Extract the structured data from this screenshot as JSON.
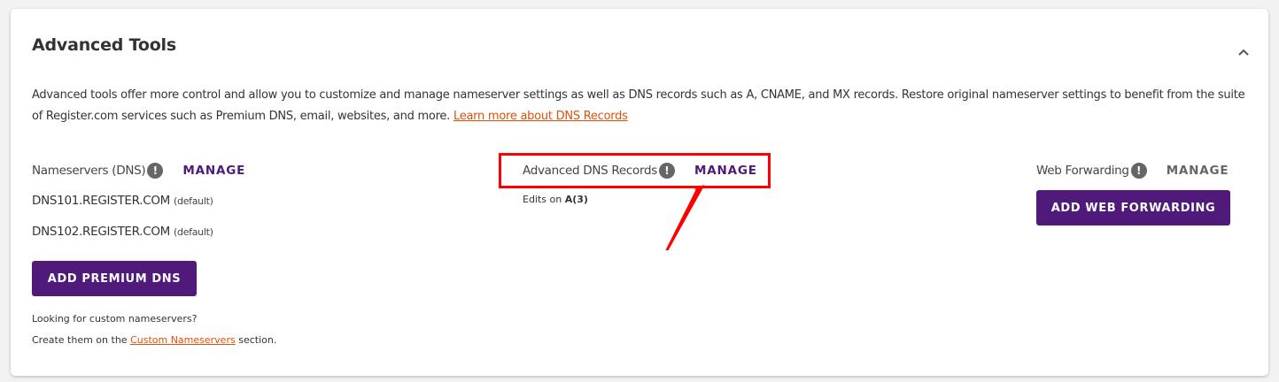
{
  "section": {
    "title": "Advanced Tools",
    "collapse_icon": "chevron-up-icon",
    "description": "Advanced tools offer more control and allow you to customize and manage nameserver settings as well as DNS records such as A, CNAME, and MX records. Restore original nameserver settings to benefit from the suite of Register.com services such as Premium DNS, email, websites, and more.",
    "learn_more_link": "Learn more about DNS Records"
  },
  "nameservers": {
    "label": "Nameservers (DNS)",
    "info_icon": "!",
    "manage_label": "MANAGE",
    "servers": [
      {
        "name": "DNS101.REGISTER.COM",
        "tag": "(default)"
      },
      {
        "name": "DNS102.REGISTER.COM",
        "tag": "(default)"
      }
    ],
    "add_button": "ADD PREMIUM DNS",
    "custom_hint": "Looking for custom nameservers?",
    "custom_prefix": "Create them on the",
    "custom_link": "Custom Nameservers",
    "custom_suffix": "section."
  },
  "advanced_dns": {
    "label": "Advanced DNS Records",
    "info_icon": "!",
    "manage_label": "MANAGE",
    "edits_prefix": "Edits on",
    "edits_value": "A(3)"
  },
  "web_forwarding": {
    "label": "Web Forwarding",
    "info_icon": "!",
    "manage_label": "MANAGE",
    "add_button": "ADD WEB FORWARDING"
  },
  "annotation": {
    "highlight_color": "#ff0000"
  },
  "colors": {
    "brand_purple": "#4f1a7a",
    "link_orange": "#e0500a"
  }
}
